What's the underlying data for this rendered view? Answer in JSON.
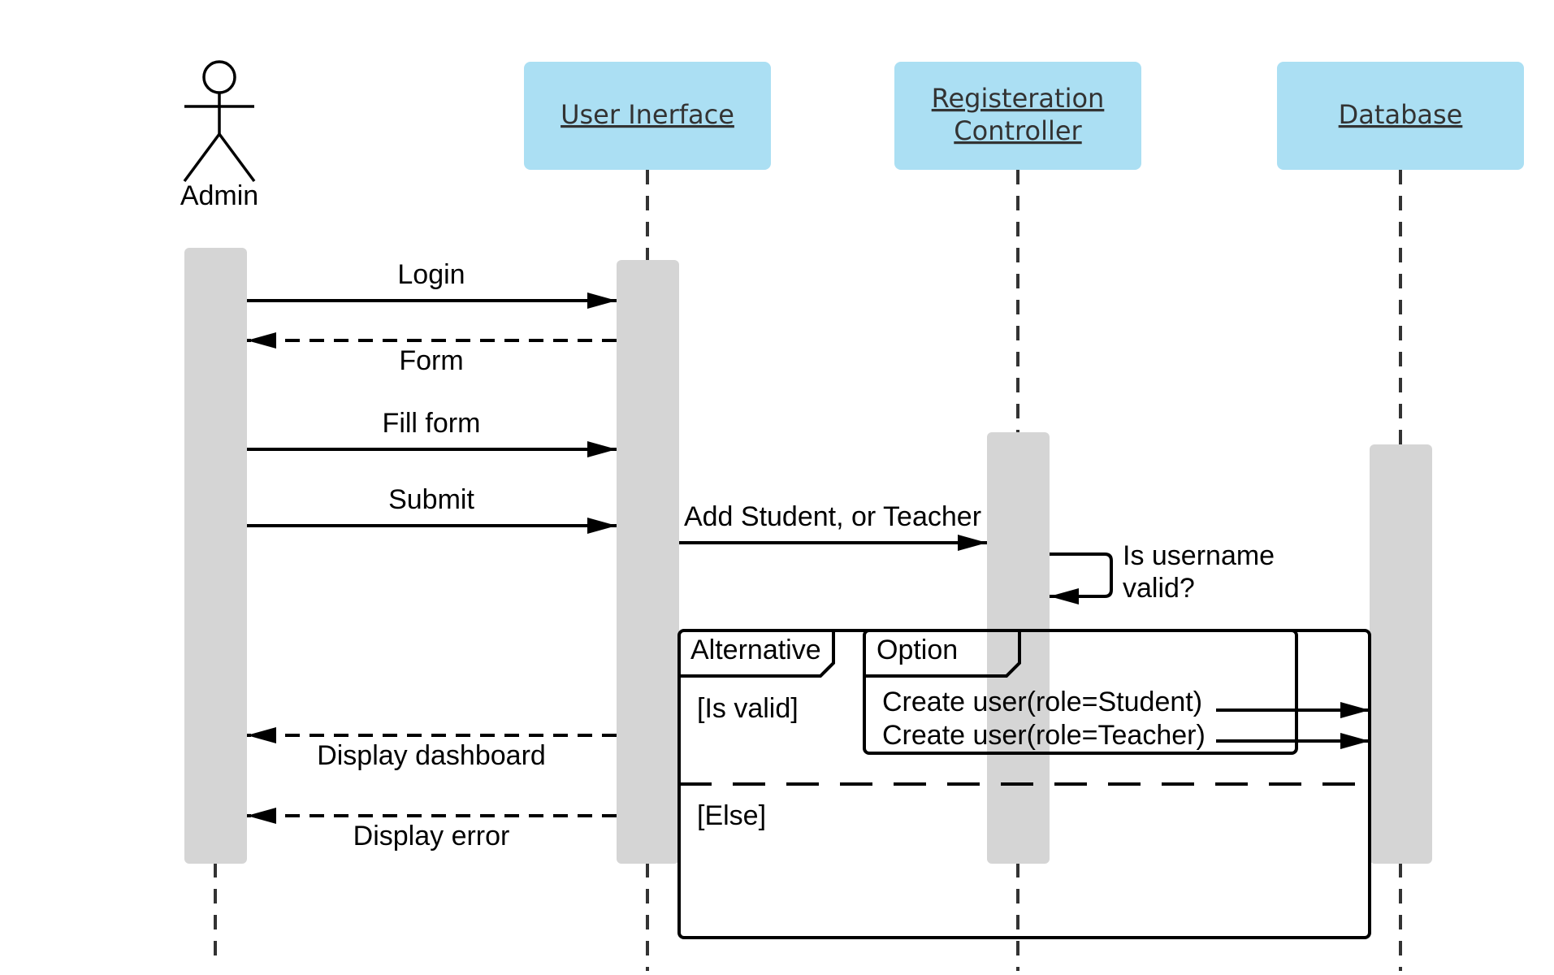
{
  "actor": {
    "label": "Admin"
  },
  "participants": [
    {
      "id": "ui",
      "label": "User Inerface"
    },
    {
      "id": "rc",
      "label_line1": "Registeration",
      "label_line2": "Controller"
    },
    {
      "id": "db",
      "label": "Database"
    }
  ],
  "messages": {
    "login": "Login",
    "form": "Form",
    "fill_form": "Fill form",
    "submit": "Submit",
    "add_user": "Add Student, or Teacher",
    "validate_line1": "Is username",
    "validate_line2": "valid?",
    "display_dashboard": "Display dashboard",
    "display_error": "Display error"
  },
  "fragments": {
    "alternative": {
      "title": "Alternative",
      "guard_valid": "[Is valid]",
      "guard_else": "[Else]"
    },
    "option": {
      "title": "Option",
      "create_student": "Create user(role=Student)",
      "create_teacher": "Create user(role=Teacher)"
    }
  },
  "colors": {
    "participant_fill": "#abdff3",
    "activation_fill": "#d5d5d5",
    "line": "#000000"
  }
}
